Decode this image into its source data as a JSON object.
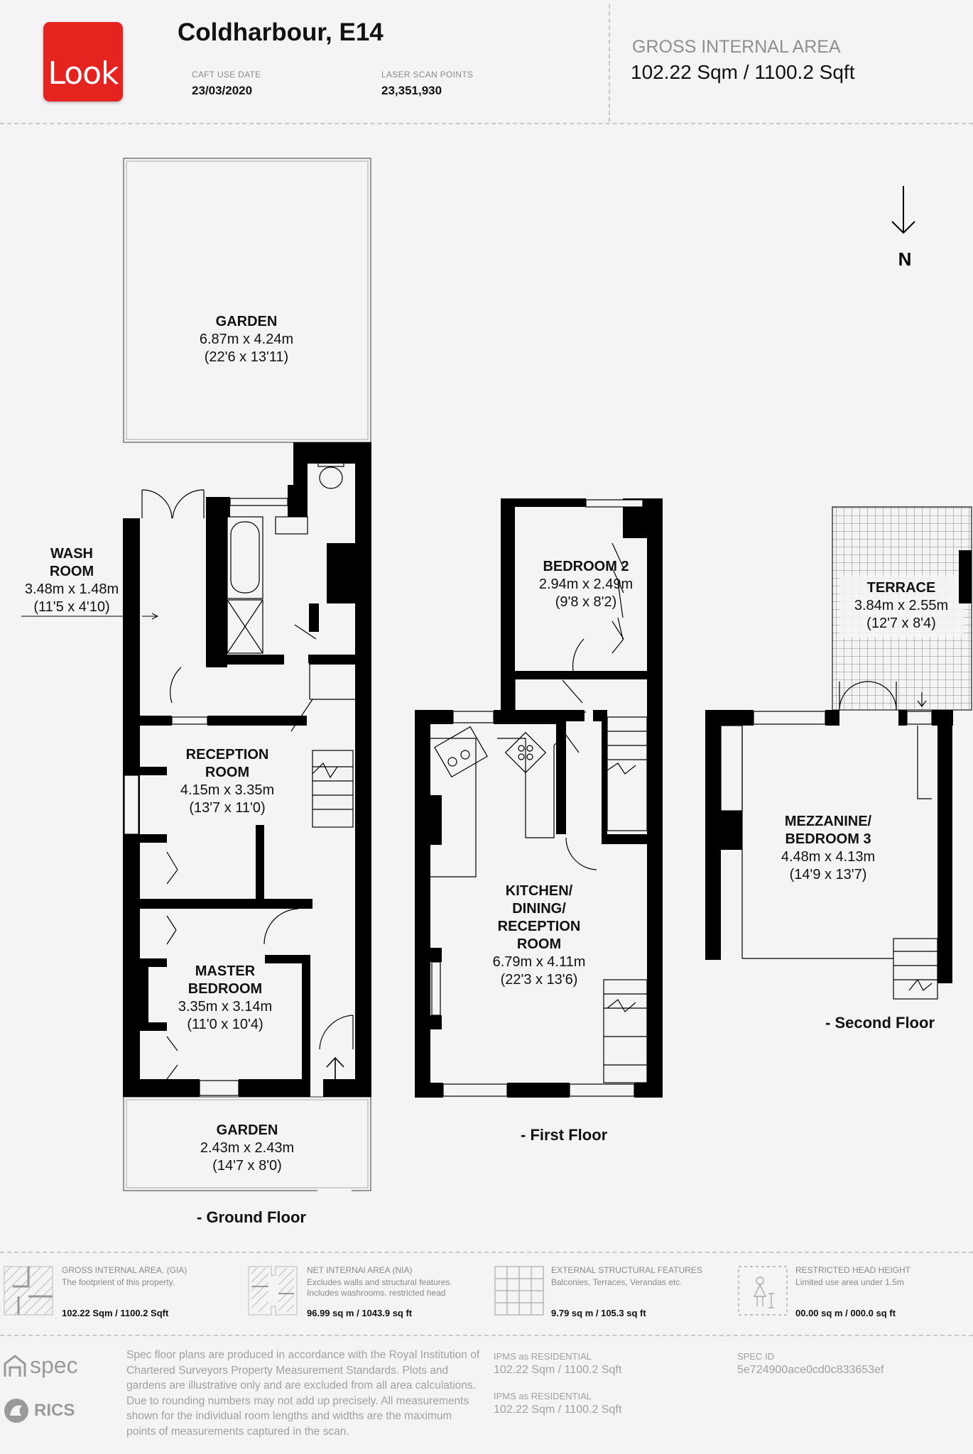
{
  "header": {
    "logo_text": "Look",
    "title": "Coldharbour, E14",
    "caft_label": "CAFT USE DATE",
    "caft_value": "23/03/2020",
    "laser_label": "LASER SCAN POINTS",
    "laser_value": "23,351,930",
    "gia_label": "GROSS INTERNAL AREA",
    "gia_value": "102.22 Sqm / 1100.2 Sqft"
  },
  "compass": {
    "label": "N"
  },
  "ground_floor": {
    "label": "- Ground Floor",
    "rooms": {
      "garden_rear": {
        "name": "GARDEN",
        "dim_m": "6.87m x 4.24m",
        "dim_ft": "(22'6 x 13'11)"
      },
      "wash_room": {
        "name_1": "WASH",
        "name_2": "ROOM",
        "dim_m": "3.48m x 1.48m",
        "dim_ft": "(11'5 x 4'10)"
      },
      "reception": {
        "name_1": "RECEPTION",
        "name_2": "ROOM",
        "dim_m": "4.15m x 3.35m",
        "dim_ft": "(13'7 x 11'0)"
      },
      "master": {
        "name_1": "MASTER",
        "name_2": "BEDROOM",
        "dim_m": "3.35m x 3.14m",
        "dim_ft": "(11'0 x 10'4)"
      },
      "garden_front": {
        "name": "GARDEN",
        "dim_m": "2.43m x 2.43m",
        "dim_ft": "(14'7 x 8'0)"
      }
    }
  },
  "first_floor": {
    "label": "- First Floor",
    "rooms": {
      "bedroom2": {
        "name": "BEDROOM 2",
        "dim_m": "2.94m x 2.49m",
        "dim_ft": "(9'8 x 8'2)"
      },
      "kitchen": {
        "name_1": "KITCHEN/",
        "name_2": "DINING/",
        "name_3": "RECEPTION",
        "name_4": "ROOM",
        "dim_m": "6.79m x 4.11m",
        "dim_ft": "(22'3 x 13'6)"
      }
    }
  },
  "second_floor": {
    "label": "- Second Floor",
    "rooms": {
      "terrace": {
        "name": "TERRACE",
        "dim_m": "3.84m x 2.55m",
        "dim_ft": "(12'7 x 8'4)"
      },
      "mezzanine": {
        "name_1": "MEZZANINE/",
        "name_2": "BEDROOM 3",
        "dim_m": "4.48m x 4.13m",
        "dim_ft": "(14'9 x 13'7)"
      }
    }
  },
  "area_summary": [
    {
      "title": "GROSS INTERNAL AREA. (GIA)",
      "desc": "The footprient of this property.",
      "value": "102.22 Sqm / 1100.2 Sqft",
      "icon": "gia-floorplan-icon"
    },
    {
      "title": "NET INTERNAl AREA (NIA)",
      "desc": "Excludes walls and structural features. Includes washrooms. restricted head",
      "value": "96.99 sq m / 1043.9 sq ft",
      "icon": "nia-floorplan-icon"
    },
    {
      "title": "EXTERNAL STRUCTURAL FEATURES",
      "desc": "Balconies, Terraces, Verandas etc.",
      "value": "9.79 sq m / 105.3 sq ft",
      "icon": "grid-icon"
    },
    {
      "title": "RESTRICTED HEAD HEIGHT",
      "desc": "Limited use area under 1.5m",
      "value": "00.00 sq m / 000.0 sq ft",
      "icon": "person-height-icon"
    }
  ],
  "footer": {
    "spec_brand": "spec",
    "rics_brand": "RICS",
    "disclaimer": "Spec floor plans are produced in accordance with the Royal Institution of Chartered Surveyors Property Measurement Standards. Plots and gardens are illustrative only and are excluded from all area calculations. Due to rounding numbers may not add up precisely. All measurements shown for the individual room lengths and widths are the maximum points of measurements captured in the scan.",
    "ipms_1_label": "IPMS as RESIDENTIAL",
    "ipms_1_value": "102.22 Sqm / 1100.2 Sqft",
    "ipms_2_label": "IPMS as RESIDENTIAL",
    "ipms_2_value": "102.22 Sqm / 1100.2 Sqft",
    "spec_id_label": "SPEC ID",
    "spec_id_value": "5e724900ace0cd0c833653ef"
  }
}
